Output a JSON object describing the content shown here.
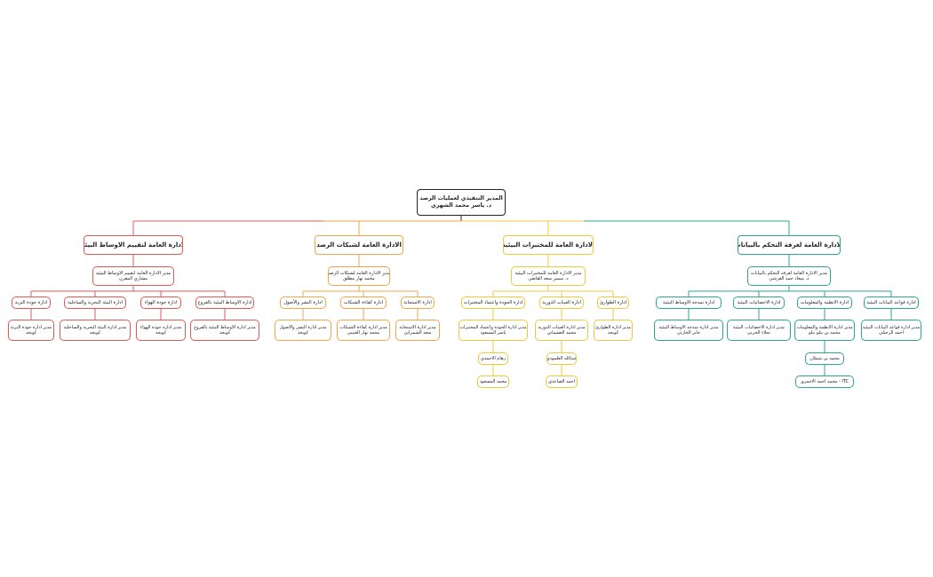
{
  "colors": {
    "red": "#e05a55",
    "orange": "#f2a64a",
    "yellow": "#f0c93a",
    "teal": "#2aa889",
    "root": "#222222"
  },
  "root": {
    "title": "المدير التنفيذي لعمليات الرصد",
    "name": "د. ياسر محمد الشهري"
  },
  "departments": {
    "assessment": {
      "title": "الادارة العامة لتقييم الاوساط البيئية",
      "manager": [
        "مدير الادارة العامة لتقييم الاوساط البيئية",
        "مشاري المقرن"
      ],
      "units": {
        "soil": {
          "title": "ادارة جودة التربة",
          "staff": [
            "مدير ادارة جودة التربة",
            "كويجد"
          ]
        },
        "marine": {
          "title": "ادارة البيئة البحرية والساحلية",
          "staff": [
            "مدير ادارة البيئة البحرية والساحلية",
            "كويجد"
          ]
        },
        "air": {
          "title": "ادارة جودة الهواء",
          "staff": [
            "مدير ادارة جودة الهواء",
            "كويجد"
          ]
        },
        "branches": {
          "title": "ادارة الاوساط البيئية بالفروع",
          "staff": [
            "مدير ادارة الاوساط البيئية بالفروع",
            "كويجد"
          ]
        }
      }
    },
    "networks": {
      "title": "الادارة العامة  لشبكات الرصد",
      "manager": [
        "مدير الادارة العامة لشبكات الرصد",
        "محمد نهار مطلق"
      ],
      "units": {
        "deployment": {
          "title": "ادارة النشر والأصول",
          "staff": [
            "مدير ادارة النشر والاصول",
            "كويجد"
          ]
        },
        "efficiency": {
          "title": "ادارة كفاءة الشبكات",
          "staff": [
            "مدير ادارة كفاءة الشبكات",
            "محمد نهار العتيبي"
          ]
        },
        "response": {
          "title": "ادارة الاستجابة",
          "staff": [
            "مدير ادارة الاستجابة",
            "سعد الشمراني"
          ]
        }
      }
    },
    "labs": {
      "title": "الادارة العامة للمختبرات البيئية",
      "manager": [
        "مدير الادارة العامة للمختبرات البيئية",
        "د. سمير سعد القاضي"
      ],
      "units": {
        "quality": {
          "title": "ادارة الجودة واعتماد المختبرات",
          "staff": [
            "مدير ادارة الجودة واعتماد المختبرات",
            "ياسر المسعود"
          ],
          "team": [
            "رهام الاحمدي",
            "محمد المسعود"
          ]
        },
        "routine": {
          "title": "ادارة العينات الدورية",
          "staff": [
            "مدير ادارة العينات الدورية",
            "محمد العشماني"
          ],
          "team": [
            "عبدالله العلمودي",
            "احمد الصاعدي"
          ]
        },
        "emergency": {
          "title": "ادارة الطوارئ",
          "staff": [
            "مدير ادارة الطوارئ",
            "كويجد"
          ]
        }
      }
    },
    "control": {
      "title": "الادارة العامة لغرفة التحكم بالبيانات",
      "manager": [
        "مدير الادارة العامة لغرفة التحكم بالبيانات",
        "د. ميعاد حمد القرشي"
      ],
      "units": {
        "modeling": {
          "title": "ادارة نمذجة الاوساط البيئية",
          "staff": [
            "مدير ادارة نمذجة الاوساط البيئية",
            "جابر الحارثي"
          ]
        },
        "stats": {
          "title": "ادارة الاحصائيات البيئية",
          "staff": [
            "مدير ادارة الاحصائيات البيئية",
            "نجلاء الحربي"
          ]
        },
        "systems": {
          "title": "ادارة الانظمة والمعلومات",
          "staff": [
            "مدير ادارة الانظمة والمعلومات",
            "محمد بن بتلو بتلو"
          ],
          "team": [
            "محمد بن شملان",
            "ITC - محمد احمد الاحمري"
          ]
        },
        "databases": {
          "title": "ادارة قواعد البيانات البيئية",
          "staff": [
            "مدير ادارة قواعد البيانات البيئية",
            "احمد الرحيلي"
          ]
        }
      }
    }
  }
}
